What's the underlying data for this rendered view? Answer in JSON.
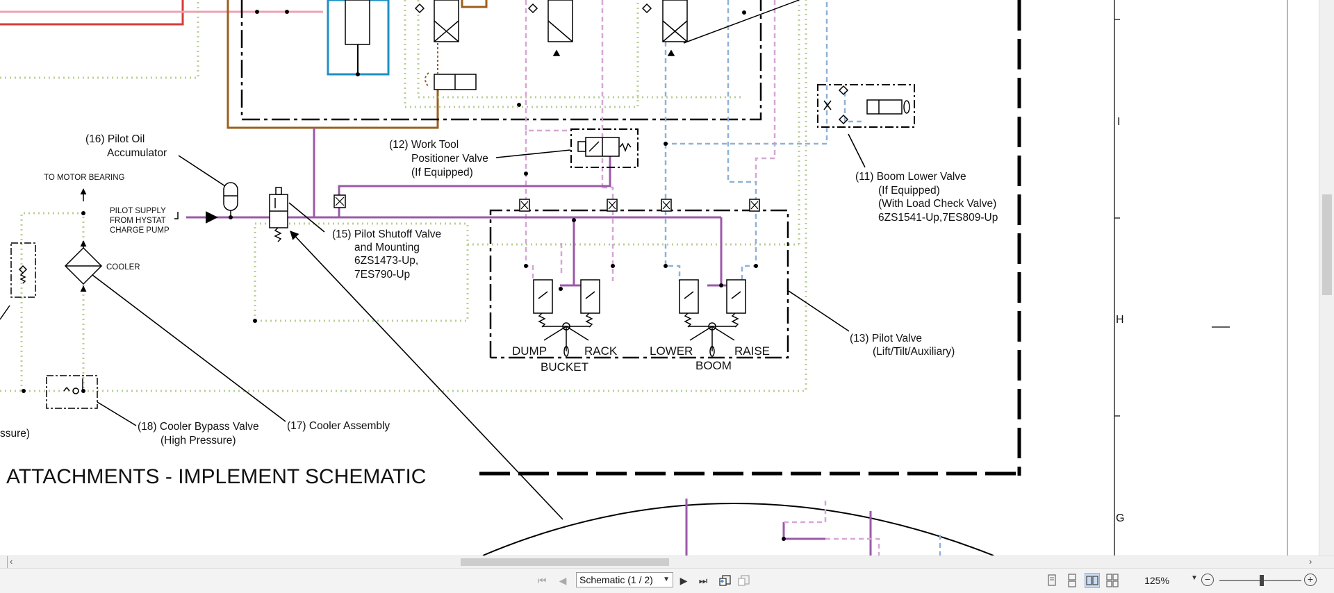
{
  "schematic": {
    "title": "ATTACHMENTS - IMPLEMENT SCHEMATIC",
    "callouts": {
      "pilot_oil_accumulator": [
        "(16) Pilot Oil",
        "Accumulator"
      ],
      "to_motor_bearing": "TO MOTOR BEARING",
      "pilot_supply": [
        "PILOT SUPPLY",
        "FROM HYSTAT",
        "CHARGE PUMP"
      ],
      "cooler": "COOLER",
      "work_tool_positioner_valve": [
        "(12) Work Tool",
        "Positioner Valve",
        "(If Equipped)"
      ],
      "pilot_shutoff_valve": [
        "(15) Pilot Shutoff Valve",
        "and Mounting",
        "6ZS1473-Up,",
        "7ES790-Up"
      ],
      "boom_lower_valve": [
        "(11) Boom Lower Valve",
        "(If Equipped)",
        "(With Load Check Valve)",
        "6ZS1541-Up,7ES809-Up"
      ],
      "pilot_valve": [
        "(13) Pilot Valve",
        "(Lift/Tilt/Auxiliary)"
      ],
      "cooler_bypass_valve": [
        "(18) Cooler Bypass Valve",
        "(High Pressure)"
      ],
      "cooler_assembly": "(17) Cooler Assembly",
      "left_cut_text": "ssure)"
    },
    "pilot_valve_labels": {
      "dump": "DUMP",
      "rack": "RACK",
      "lower": "LOWER",
      "raise": "RAISE",
      "bucket": "BUCKET",
      "boom": "BOOM"
    },
    "grid_labels": [
      "I",
      "H",
      "G"
    ],
    "colors": {
      "pilot_line": "#9b59a8",
      "pilot_drain_dashed": "#d6a6d6",
      "case_drain_dotted": "#b8cf94",
      "boom_lower_dashed": "#8fb1d8",
      "supply_orange": "#9b5f1e",
      "blue_block": "#1f8fc2",
      "red_line": "#d83a3a",
      "pink_line": "#f0a0b0"
    }
  },
  "toolbar": {
    "page_selector_value": "Schematic (1 / 2)",
    "zoom_value": "125%",
    "zoom_out_glyph": "−",
    "zoom_in_glyph": "+"
  }
}
